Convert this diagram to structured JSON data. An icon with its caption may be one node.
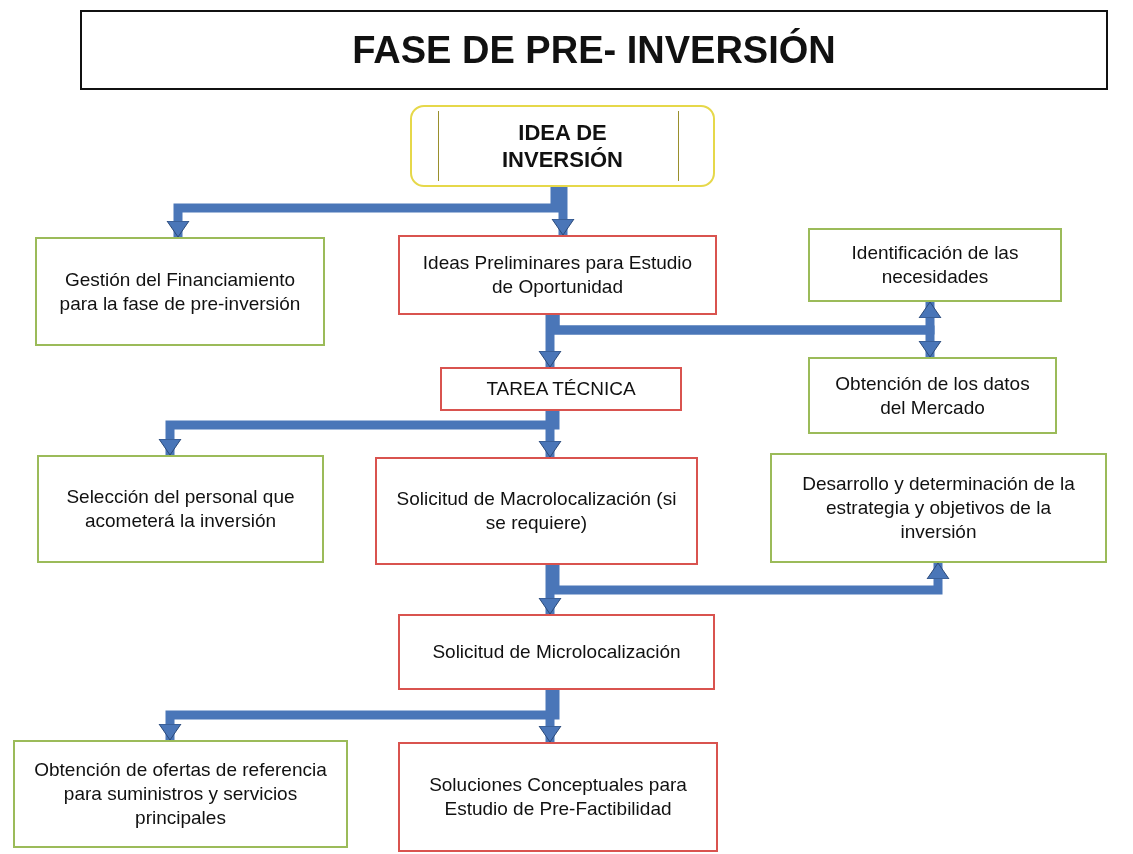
{
  "diagram": {
    "title": "FASE DE PRE- INVERSIÓN",
    "nodes": [
      {
        "text": [
          "IDEA DE INVERSIÓN"
        ]
      },
      {
        "text": [
          "Gestión del Financiamiento para la fase de pre-inversión"
        ]
      },
      {
        "text": [
          "Ideas Preliminares para Estudio de Oportunidad"
        ]
      },
      {
        "text": [
          "Identificación de las necesidades"
        ]
      },
      {
        "text": [
          "TAREA TÉCNICA"
        ]
      },
      {
        "text": [
          "Obtención de los datos del Mercado"
        ]
      },
      {
        "text": [
          "Selección del personal que acometerá la inversión"
        ]
      },
      {
        "text": [
          "Solicitud de Macrolocalización (si se requiere)"
        ]
      },
      {
        "text": [
          "Desarrollo y determinación de la estrategia y objetivos de la inversión"
        ]
      },
      {
        "text": [
          "Solicitud de Microlocalización"
        ]
      },
      {
        "text": [
          "Obtención de ofertas de referencia para suministros y servicios principales"
        ]
      },
      {
        "text": [
          "Soluciones Conceptuales para Estudio de Pre-Factibilidad"
        ]
      }
    ],
    "edges": [
      {
        "from": 0,
        "to": 2,
        "arrow": "to"
      },
      {
        "from": 0,
        "to": 1,
        "arrow": "to"
      },
      {
        "from": 2,
        "to": 4,
        "arrow": "to"
      },
      {
        "from": 2,
        "to": 3,
        "arrow": "to"
      },
      {
        "from": 2,
        "to": 5,
        "arrow": "to"
      },
      {
        "from": 4,
        "to": 6,
        "arrow": "to"
      },
      {
        "from": 4,
        "to": 7,
        "arrow": "to"
      },
      {
        "from": 7,
        "to": 9,
        "arrow": "to"
      },
      {
        "from": 7,
        "to": 8,
        "arrow": "to"
      },
      {
        "from": 9,
        "to": 11,
        "arrow": "to"
      },
      {
        "from": 9,
        "to": 10,
        "arrow": "to"
      }
    ]
  }
}
